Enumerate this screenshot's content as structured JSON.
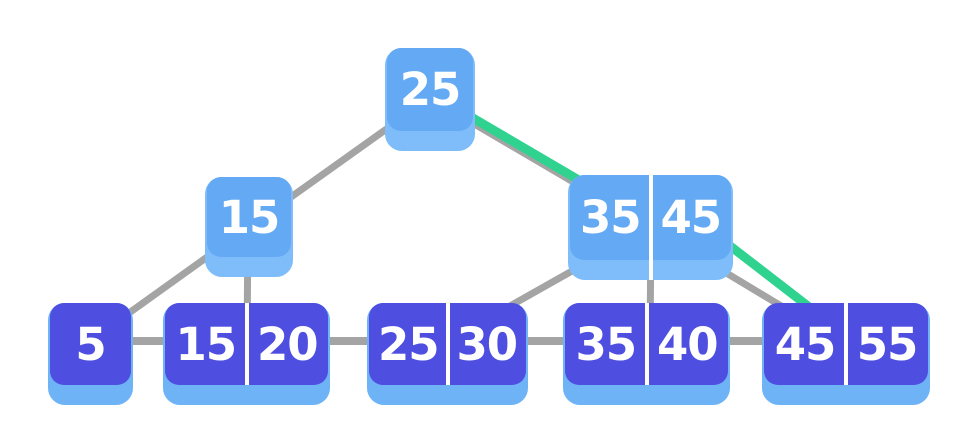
{
  "diagram": {
    "type": "b-plus-tree",
    "levels": 3,
    "highlighted_path": [
      "root",
      "internal_right",
      "leaf_5"
    ]
  },
  "nodes": {
    "root": {
      "kind": "internal",
      "keys": [
        "25"
      ]
    },
    "internal_left": {
      "kind": "internal",
      "keys": [
        "15"
      ]
    },
    "internal_right": {
      "kind": "internal",
      "keys": [
        "35",
        "45"
      ]
    },
    "leaf_1": {
      "kind": "leaf",
      "keys": [
        "5"
      ]
    },
    "leaf_2": {
      "kind": "leaf",
      "keys": [
        "15",
        "20"
      ]
    },
    "leaf_3": {
      "kind": "leaf",
      "keys": [
        "25",
        "30"
      ]
    },
    "leaf_4": {
      "kind": "leaf",
      "keys": [
        "35",
        "40"
      ]
    },
    "leaf_5": {
      "kind": "leaf",
      "keys": [
        "45",
        "55"
      ]
    }
  },
  "edges": {
    "tree": [
      {
        "from": "root",
        "to": "internal_left",
        "highlighted": false
      },
      {
        "from": "root",
        "to": "internal_right",
        "highlighted": true
      },
      {
        "from": "internal_left",
        "to": "leaf_1",
        "highlighted": false
      },
      {
        "from": "internal_left",
        "to": "leaf_2",
        "highlighted": false
      },
      {
        "from": "internal_right",
        "to": "leaf_3",
        "highlighted": false
      },
      {
        "from": "internal_right",
        "to": "leaf_4",
        "highlighted": false
      },
      {
        "from": "internal_right",
        "to": "leaf_5",
        "highlighted": true
      }
    ],
    "leaf_links": [
      [
        "leaf_1",
        "leaf_2"
      ],
      [
        "leaf_2",
        "leaf_3"
      ],
      [
        "leaf_3",
        "leaf_4"
      ],
      [
        "leaf_4",
        "leaf_5"
      ]
    ]
  },
  "colors": {
    "background": "#ffffff",
    "internal_fill": "#63a9f4",
    "internal_base": "#7ebdf9",
    "leaf_fill": "#4e4ee0",
    "leaf_base": "#6fb3f7",
    "edge_gray": "#a4a4a4",
    "highlight_green": "#2fd28f",
    "divider_white": "#ffffff",
    "key_text": "#ffffff"
  }
}
